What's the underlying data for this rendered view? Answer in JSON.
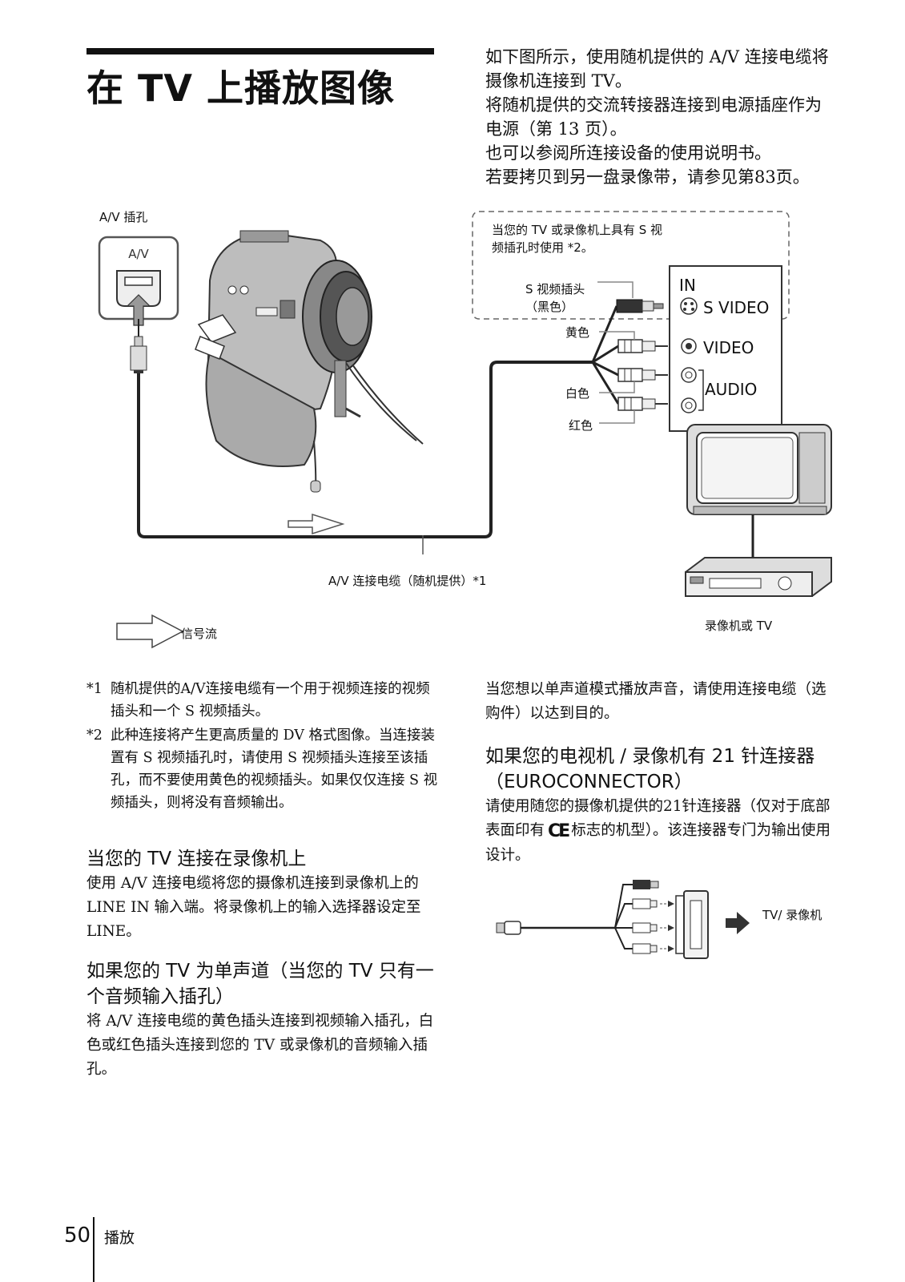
{
  "page": {
    "title": "在 TV 上播放图像",
    "intro": [
      "如下图所示，使用随机提供的 A/V 连接电缆将摄像机连接到 TV。",
      "将随机提供的交流转接器连接到电源插座作为电源（第 13 页）。",
      "也可以参阅所连接设备的使用说明书。",
      "若要拷贝到另一盘录像带，请参见第83页。"
    ]
  },
  "diagram": {
    "av_jack_label": "A/V 插孔",
    "av_jack_icon_text": "A/V",
    "svideo_note_line1": "当您的 TV 或录像机上具有 S 视",
    "svideo_note_line2": "频插孔时使用 *2。",
    "svideo_plug_label_line1": "S 视频插头",
    "svideo_plug_label_line2": "（黑色）",
    "yellow_label": "黄色",
    "white_label": "白色",
    "red_label": "红色",
    "in_label": "IN",
    "svideo_label": "S VIDEO",
    "video_label": "VIDEO",
    "audio_label": "AUDIO",
    "cable_label": "A/V 连接电缆（随机提供）*1",
    "signal_flow_label": "信号流",
    "vcr_tv_label": "录像机或 TV"
  },
  "notes": [
    {
      "mark": "*1",
      "text": "随机提供的A/V连接电缆有一个用于视频连接的视频插头和一个 S 视频插头。"
    },
    {
      "mark": "*2",
      "text": "此种连接将产生更高质量的 DV 格式图像。当连接装置有 S 视频插孔时，请使用 S 视频插头连接至该插孔，而不要使用黄色的视频插头。如果仅仅连接 S 视频插头，则将没有音频输出。"
    }
  ],
  "sections": {
    "vcr": {
      "heading": "当您的 TV 连接在录像机上",
      "body": "使用 A/V 连接电缆将您的摄像机连接到录像机上的 LINE IN 输入端。将录像机上的输入选择器设定至 LINE。"
    },
    "mono": {
      "heading": "如果您的 TV 为单声道（当您的 TV 只有一个音频输入插孔）",
      "body": "将 A/V 连接电缆的黄色插头连接到视频输入插孔，白色或红色插头连接到您的 TV 或录像机的音频输入插孔。"
    },
    "mono_cable": {
      "body": "当您想以单声道模式播放声音，请使用连接电缆（选购件）以达到目的。"
    },
    "euro": {
      "heading": "如果您的电视机 / 录像机有 21 针连接器（EUROCONNECTOR）",
      "body_part1": "请使用随您的摄像机提供的21针连接器（仅对于底部表面印有",
      "ce_mark": "CE",
      "body_part2": "标志的机型）。该连接器专门为输出使用设计。",
      "tv_vcr_label": "TV/ 录像机"
    }
  },
  "footer": {
    "page_number": "50",
    "section": "播放"
  }
}
